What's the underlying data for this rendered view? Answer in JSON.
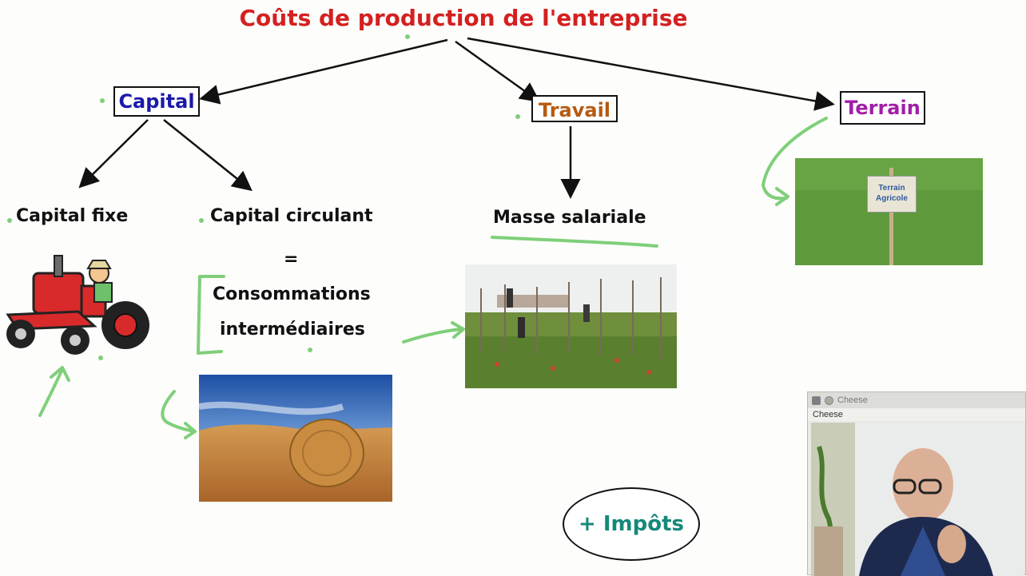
{
  "title": "Coûts de production de l'entreprise",
  "nodes": {
    "capital": "Capital",
    "travail": "Travail",
    "terrain": "Terrain",
    "capital_fixe": "Capital fixe",
    "capital_circulant": "Capital circulant",
    "equals": "=",
    "consommations_1": "Consommations",
    "consommations_2": "intermédiaires",
    "masse_salariale": "Masse salariale",
    "impots": "+ Impôts"
  },
  "sign": {
    "line1": "Terrain",
    "line2": "Agricole"
  },
  "cheese_window": {
    "title": "Cheese",
    "menu": "Cheese"
  },
  "colors": {
    "title": "#d42020",
    "capital": "#1a1aa8",
    "travail": "#b55a12",
    "terrain": "#a21ea8",
    "impots": "#14897a",
    "annotation": "#7fcf7a"
  }
}
